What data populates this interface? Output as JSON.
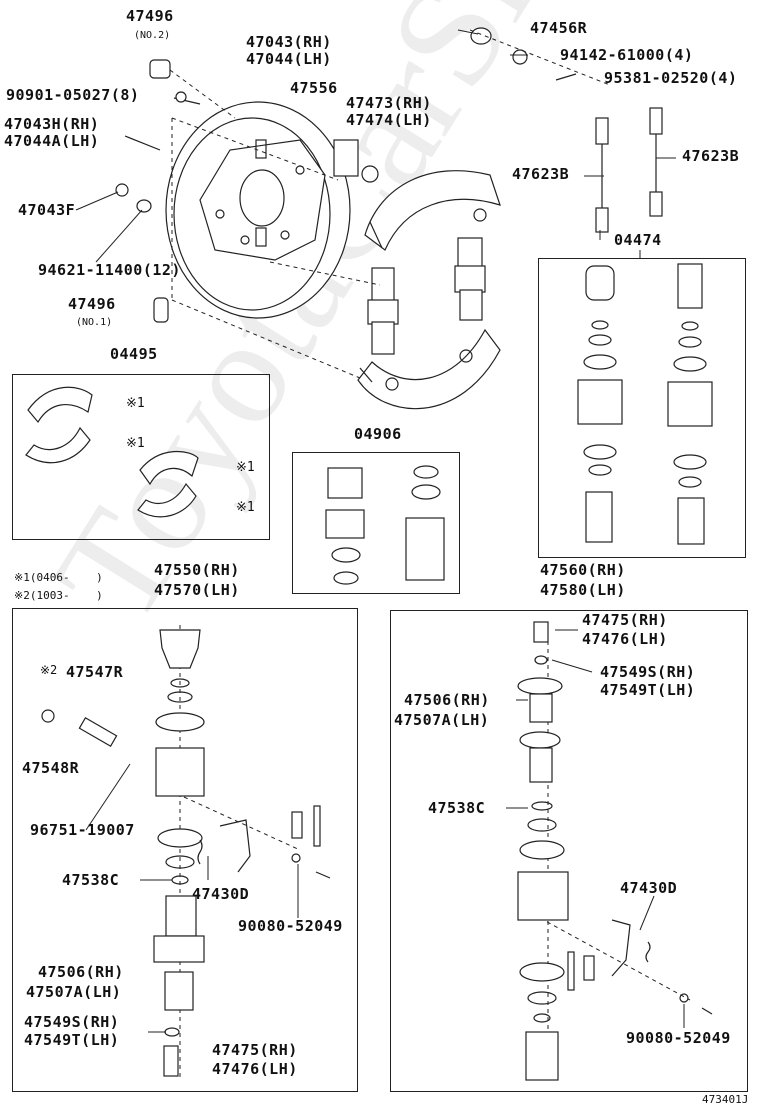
{
  "watermark": "ToyotaCarSite.ru",
  "figure_id": "473401J",
  "top": {
    "p47496_no2": "47496",
    "p47496_no2_sub": "(NO.2)",
    "p47043": "47043(RH)",
    "p47044": "47044(LH)",
    "p47456R": "47456R",
    "p94142": "94142-61000(4)",
    "p95381": "95381-02520(4)",
    "p90901": "90901-05027(8)",
    "p47556": "47556",
    "p47473": "47473(RH)",
    "p47474": "47474(LH)",
    "p47043H": "47043H(RH)",
    "p47044A": "47044A(LH)",
    "p47623B_left": "47623B",
    "p47623B_right": "47623B",
    "p47043F": "47043F",
    "p94621": "94621-11400(12)",
    "p04474": "04474",
    "p47496_no1": "47496",
    "p47496_no1_sub": "(NO.1)",
    "p04495": "04495",
    "p04906": "04906",
    "mark1": "※1",
    "mark1b": "※1",
    "mark1c": "※1",
    "mark1d": "※1"
  },
  "notes": {
    "n1": "※1(0406-    )",
    "n2": "※2(1003-    )"
  },
  "left_assy": {
    "p47550": "47550(RH)",
    "p47570": "47570(LH)",
    "p47547R_mark": "※2",
    "p47547R": "47547R",
    "p47548R": "47548R",
    "p96751": "96751-19007",
    "p47538C": "47538C",
    "p47430D": "47430D",
    "p90080": "90080-52049",
    "p47506": "47506(RH)",
    "p47507A": "47507A(LH)",
    "p47549S": "47549S(RH)",
    "p47549T": "47549T(LH)",
    "p47475": "47475(RH)",
    "p47476": "47476(LH)"
  },
  "right_assy": {
    "p47560": "47560(RH)",
    "p47580": "47580(LH)",
    "p47475": "47475(RH)",
    "p47476": "47476(LH)",
    "p47549S": "47549S(RH)",
    "p47549T": "47549T(LH)",
    "p47506": "47506(RH)",
    "p47507A": "47507A(LH)",
    "p47538C": "47538C",
    "p47430D": "47430D",
    "p90080": "90080-52049"
  }
}
